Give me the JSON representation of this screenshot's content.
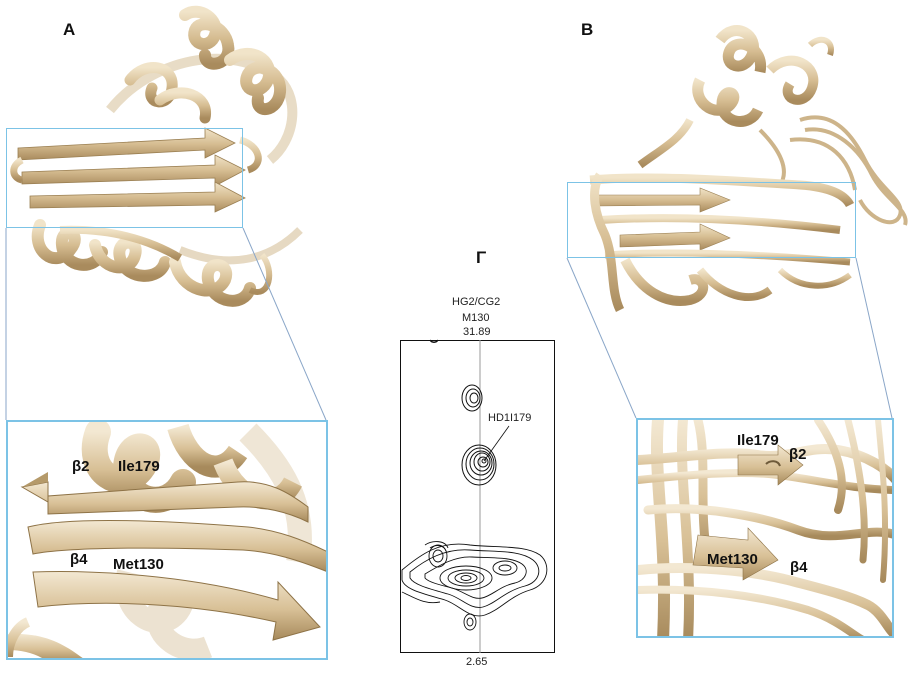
{
  "panels": {
    "a_label": "A",
    "b_label": "B",
    "g_label": "Γ"
  },
  "nmr": {
    "header_line1": "HG2/CG2",
    "header_line2": "M130",
    "top_ppm": "31.89",
    "bottom_ppm": "2.65",
    "peak_annotation": "HD1I179"
  },
  "inset_a": {
    "strand_b2": "β2",
    "residue_top": "Ile179",
    "strand_b4": "β4",
    "residue_bottom": "Met130"
  },
  "inset_b": {
    "residue_top": "Ile179",
    "strand_b2": "β2",
    "residue_bottom": "Met130",
    "strand_b4": "β4"
  },
  "colors": {
    "ribbon": "#d8c096",
    "ribbon_shadow": "#a98c5e",
    "ribbon_light": "#efe2c8",
    "highlight_box": "#7cc3e6"
  }
}
